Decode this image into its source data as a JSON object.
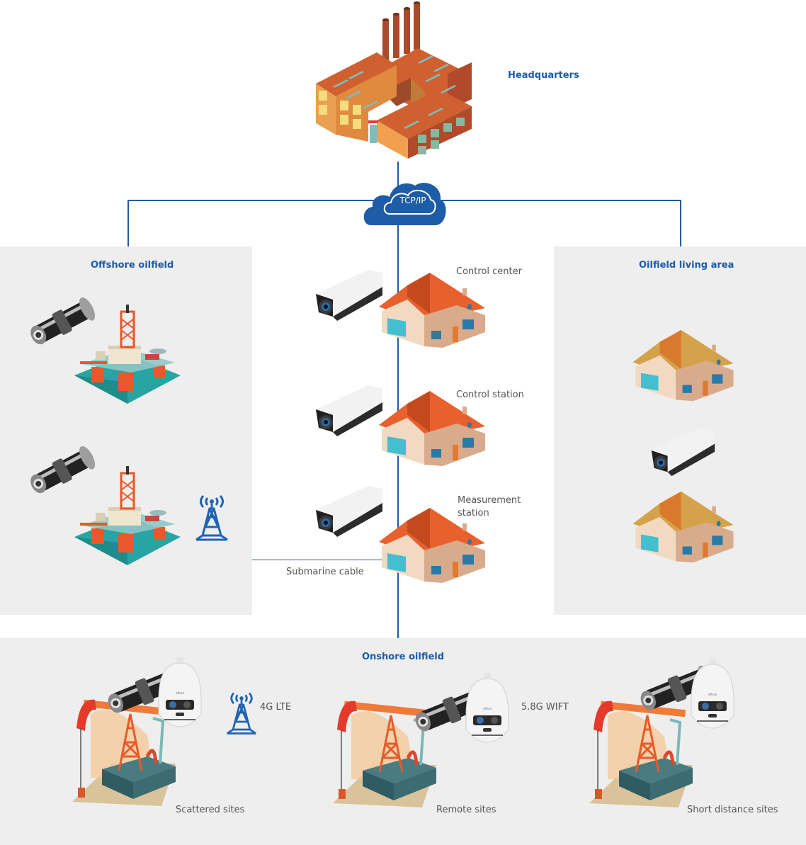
{
  "headquarters": {
    "label": "Headquarters",
    "icon": "factory-icon"
  },
  "network": {
    "label": "TCP/IP",
    "icon": "cloud-icon"
  },
  "offshore": {
    "title": "Offshore oilfield",
    "sites": [
      {
        "camera": "explosion-proof-camera-icon",
        "platform": "offshore-platform-icon"
      },
      {
        "camera": "explosion-proof-camera-icon",
        "platform": "offshore-platform-icon",
        "tower": "radio-tower-icon"
      }
    ]
  },
  "center": {
    "stations": [
      {
        "label": "Control center",
        "camera": "bullet-camera-icon",
        "building": "house-icon"
      },
      {
        "label": "Control station",
        "camera": "bullet-camera-icon",
        "building": "house-icon"
      },
      {
        "label": "Measurement station",
        "camera": "bullet-camera-icon",
        "building": "house-icon"
      }
    ],
    "submarine_cable_label": "Submarine cable"
  },
  "living_area": {
    "title": "Oilfield living area",
    "items": [
      "house-icon",
      "bullet-camera-icon",
      "house-icon"
    ]
  },
  "onshore": {
    "title": "Onshore oilfield",
    "sites": [
      {
        "label": "Scattered sites",
        "link_label": "4G LTE",
        "link_icon": "radio-tower-icon"
      },
      {
        "label": "Remote sites",
        "link_label": "5.8G WIFT"
      },
      {
        "label": "Short distance sites"
      }
    ]
  },
  "colors": {
    "line": "#1f5c9e",
    "title_blue": "#1b5ca8",
    "panel_bg": "#eeeeee",
    "label_gray": "#555555"
  }
}
